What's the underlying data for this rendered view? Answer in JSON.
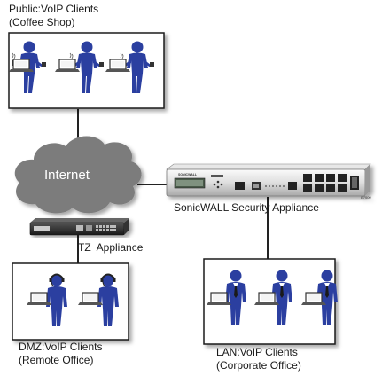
{
  "public": {
    "title": "Public:VoIP Clients",
    "subtitle": "(Coffee Shop)"
  },
  "dmz": {
    "title": "DMZ:VoIP Clients",
    "subtitle": "(Remote Office)"
  },
  "lan": {
    "title": "LAN:VoIP Clients",
    "subtitle": "(Corporate Office)"
  },
  "internet": {
    "label": "Internet"
  },
  "tz": {
    "label": "TZ  Appliance"
  },
  "sonicwall": {
    "label": "SonicWALL Security Appliance",
    "brand": "SONICWALL",
    "model": "E7500"
  },
  "colors": {
    "person": "#2b3fa0",
    "cloud": "#7a7a7a",
    "box_border": "#1a1a1a",
    "laptop": "#444444"
  },
  "icons": [
    "person-coffee-icon",
    "person-headset-icon",
    "person-business-icon",
    "laptop-icon",
    "cloud-icon",
    "firewall-appliance-icon",
    "tz-appliance-icon"
  ]
}
